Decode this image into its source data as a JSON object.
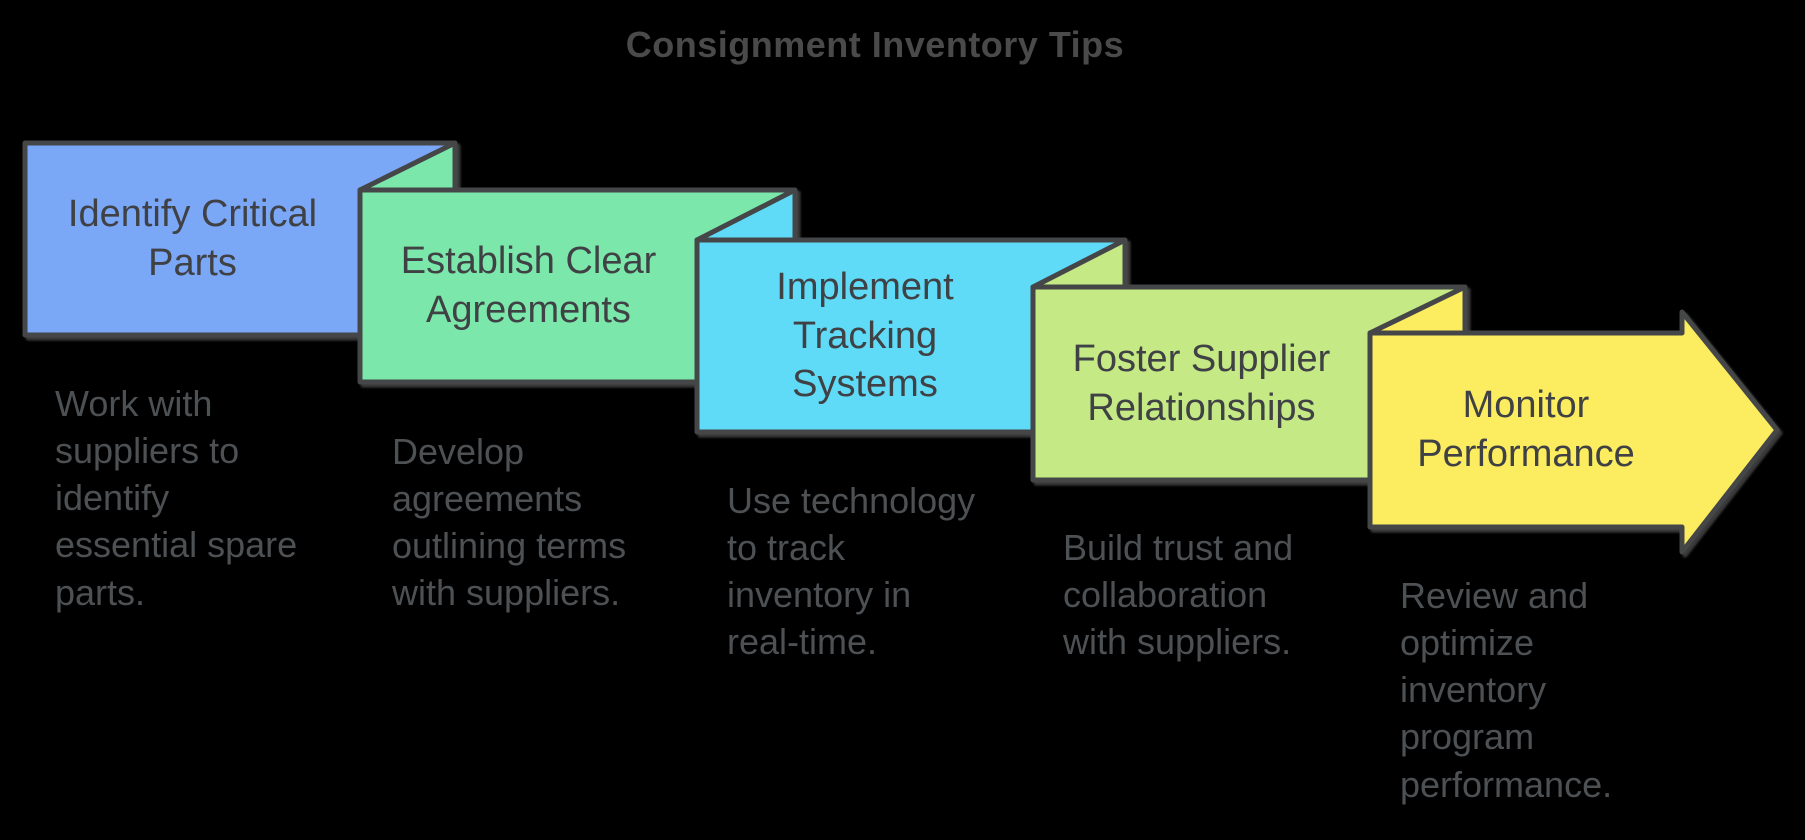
{
  "title": "Consignment Inventory Tips",
  "colors": {
    "background": "#000000",
    "outline": "#454648",
    "shadow": "#808080",
    "title_text": "#4a4a4a",
    "heading_text": "#3f4144",
    "description_text": "#4e5154"
  },
  "steps": [
    {
      "label": "Identify Critical\nParts",
      "description": "Work with\nsuppliers to\nidentify\nessential spare\nparts.",
      "fill": "#7ba7f7"
    },
    {
      "label": "Establish Clear\nAgreements",
      "description": "Develop\nagreements\noutlining terms\nwith suppliers.",
      "fill": "#7ce7ab"
    },
    {
      "label": "Implement\nTracking\nSystems",
      "description": "Use technology\nto track\ninventory in\nreal-time.",
      "fill": "#5fdaf7"
    },
    {
      "label": "Foster Supplier\nRelationships",
      "description": "Build trust and\ncollaboration\nwith suppliers.",
      "fill": "#c4e985"
    },
    {
      "label": "Monitor\nPerformance",
      "description": "Review and\noptimize\ninventory\nprogram\nperformance.",
      "fill": "#fbec60"
    }
  ]
}
